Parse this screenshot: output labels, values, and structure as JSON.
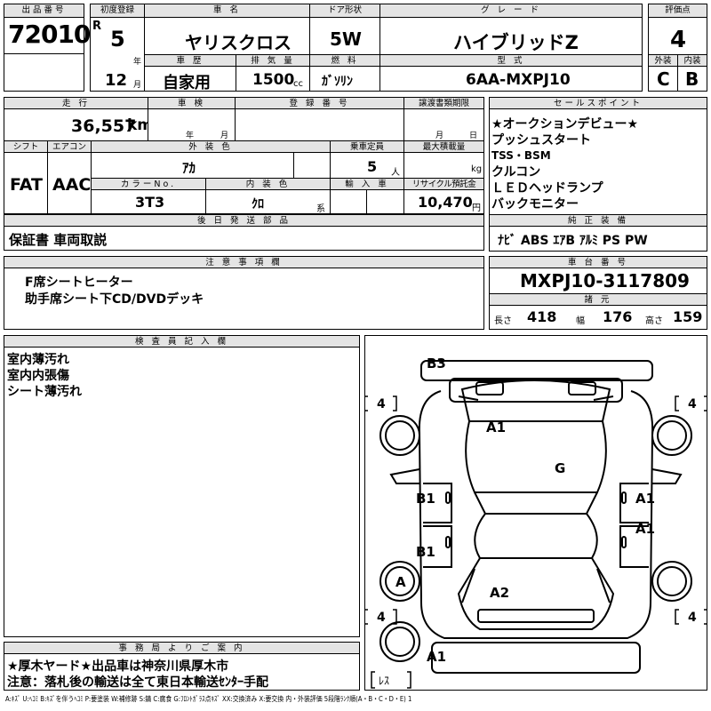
{
  "header": {
    "lot_label": "出品番号",
    "lot_number": "72010",
    "first_reg_label": "初度登録",
    "era": "R",
    "year": "5",
    "year_unit": "年",
    "month": "12",
    "month_unit": "月",
    "car_name_label": "車 名",
    "car_name": "ヤリスクロス",
    "door_label": "ドア形状",
    "door": "5W",
    "grade_label": "グ レ ー ド",
    "grade": "ハイブリッドZ",
    "score_label": "評価点",
    "score": "4",
    "history_label": "車 歴",
    "history": "自家用",
    "displacement_label": "排 気 量",
    "displacement": "1500",
    "displacement_unit": "cc",
    "fuel_label": "燃 料",
    "fuel": "ｶﾞｿﾘﾝ",
    "model_label": "型 式",
    "model": "6AA-MXPJ10",
    "ext_label": "外装",
    "ext_grade": "C",
    "int_label": "内装",
    "int_grade": "B"
  },
  "details": {
    "mileage_label": "走 行",
    "mileage": "36,557",
    "mileage_unit": "km",
    "inspection_label": "車 検",
    "insp_year_unit": "年",
    "insp_month_unit": "月",
    "reg_no_label": "登 録 番 号",
    "transfer_label": "譲渡書類期限",
    "transfer_month_unit": "月",
    "transfer_day_unit": "日",
    "shift_label": "シフト",
    "shift": "FAT",
    "ac_label": "エアコン",
    "ac": "AAC",
    "ext_color_label": "外 装 色",
    "ext_color": "ｱｶ",
    "capacity_label": "乗車定員",
    "capacity": "5",
    "capacity_unit": "人",
    "max_load_label": "最大積載量",
    "max_load_unit": "kg",
    "color_no_label": "カラーNo.",
    "color_no": "3T3",
    "int_color_label": "内 装 色",
    "int_color": "ｸﾛ",
    "int_color_unit": "系",
    "import_label": "輸 入 車",
    "recycle_label": "リサイクル預託金",
    "recycle": "10,470",
    "recycle_unit": "円",
    "later_parts_label": "後 日 発 送 部 品",
    "later_parts": "保証書 車両取説"
  },
  "sales_points": {
    "label": "セールスポイント",
    "lines": [
      "★オークションデビュー★",
      "プッシュスタート",
      "TSS・BSM",
      "クルコン",
      "ＬＥＤヘッドランプ",
      "バックモニター"
    ]
  },
  "genuine_equipment": {
    "label": "純 正 装 備",
    "value": "ﾅﾋﾞ ABS ｴｱB ｱﾙﾐ PS PW"
  },
  "notes": {
    "label": "注 意 事 項 欄",
    "lines": [
      "F席シートヒーター",
      "助手席シート下CD/DVDデッキ"
    ]
  },
  "chassis": {
    "label": "車 台 番 号",
    "number": "MXPJ10-3117809",
    "spec_label": "諸 元",
    "length_label": "長さ",
    "length": "418",
    "width_label": "幅",
    "width": "176",
    "height_label": "高さ",
    "height": "159"
  },
  "inspector": {
    "label": "検 査 員 記 入 欄",
    "lines": [
      "室内薄汚れ",
      "室内内張傷",
      "シート薄汚れ"
    ]
  },
  "office": {
    "label": "事 務 局 よ り ご 案 内",
    "lines": [
      "★厚木ヤード★出品車は神奈川県厚木市",
      "注意：落札後の輸送は全て東日本輸送ｾﾝﾀｰ手配"
    ]
  },
  "diagram": {
    "marks": {
      "rear": "B3",
      "roof": "A1",
      "glass": "G",
      "left_door_front": "B1",
      "left_door_rear": "B1",
      "right_door_front": "A1",
      "right_door_rear": "A1",
      "front_left_wheel": "A",
      "hood": "A2",
      "front_bumper": "A1"
    },
    "tire_rl": "4",
    "tire_rr": "4",
    "tire_fl": "4",
    "tire_fr": "4",
    "spare": "ﾚｽ"
  },
  "legend": "A:ｷｽﾞ  U:ﾍｺﾐ  B:ｷｽﾞを伴うﾍｺﾐ  P:要塗装  W:補修跡  S:錆  C:腐食  G:ﾌﾛﾝﾄｶﾞﾗｽ点ｷｽﾞ  XX:交換済み  X:要交換   内・外装評価  5段階ﾗﾝｸ順(A・B・C・D・E)  1"
}
